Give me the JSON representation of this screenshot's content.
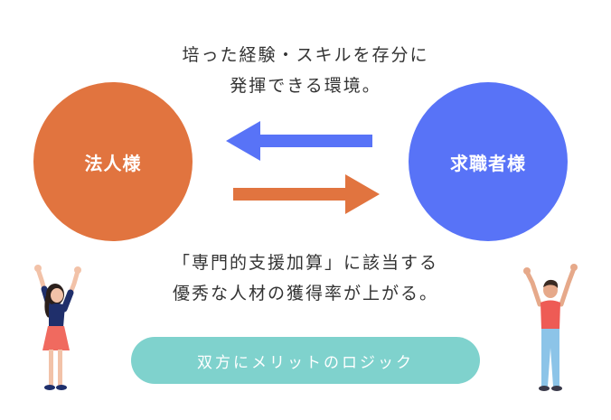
{
  "top_text": {
    "line1": "培った経験・スキルを存分に",
    "line2": "発揮できる環境。"
  },
  "left_circle": {
    "label": "法人様",
    "color": "#e1743f"
  },
  "right_circle": {
    "label": "求職者様",
    "color": "#5873f7"
  },
  "arrows": {
    "left_arrow_color": "#5873f7",
    "right_arrow_color": "#e1743f"
  },
  "bottom_text": {
    "line1": "「専門的支援加算」に該当する",
    "line2": "優秀な人材の獲得率が上がる。"
  },
  "cta": {
    "label": "双方にメリットのロジック",
    "color": "#7fd2cd"
  },
  "illustrations": {
    "left": "cheering-woman-icon",
    "right": "cheering-man-icon"
  }
}
